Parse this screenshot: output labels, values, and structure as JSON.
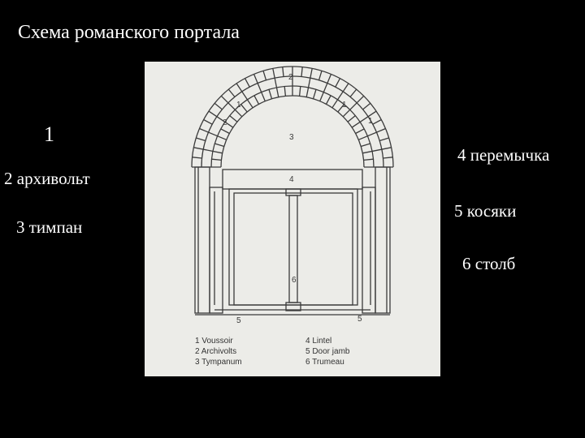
{
  "slide": {
    "title": "Схема романского портала",
    "labels_left": {
      "n1": "1",
      "n2": "2 архивольт",
      "n3": "3 тимпан"
    },
    "labels_right": {
      "n4": "4 перемычка",
      "n5": "5 косяки",
      "n6": "6 столб"
    }
  },
  "figure": {
    "markers": {
      "voussoir": "1",
      "archivolt": "2",
      "tympanum": "3",
      "lintel": "4",
      "jamb": "5",
      "trumeau": "6"
    },
    "key": [
      [
        "1 Voussoir",
        "4 Lintel"
      ],
      [
        "2 Archivolts",
        "5 Door jamb"
      ],
      [
        "3 Tympanum",
        "6 Trumeau"
      ]
    ]
  },
  "colors": {
    "background": "#000000",
    "text": "#ffffff",
    "figure_paper": "#ecece8",
    "figure_ink": "#3a3a3a"
  }
}
